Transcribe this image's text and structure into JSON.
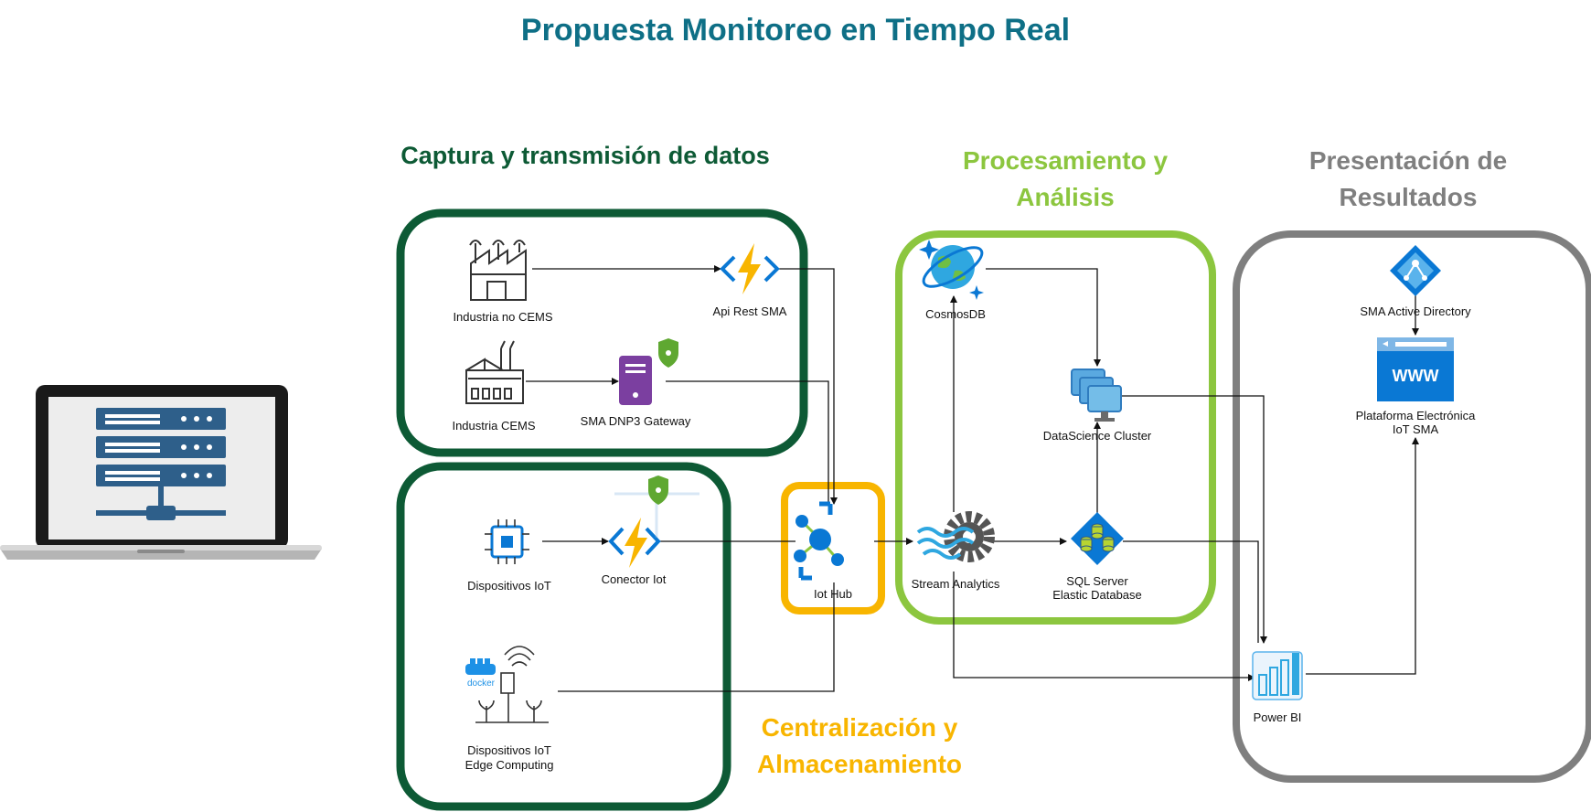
{
  "title": "Propuesta Monitoreo en Tiempo Real",
  "sections": {
    "captura": "Captura y transmisión de datos",
    "procesamiento": "Procesamiento y Análisis",
    "presentacion": "Presentación de Resultados",
    "centralizacion": "Centralización y Almacenamiento"
  },
  "nodes": {
    "industria_no_cems": "Industria no CEMS",
    "api_rest": "Api Rest SMA",
    "industria_cems": "Industria CEMS",
    "dnp3_gateway": "SMA DNP3 Gateway",
    "dispositivos_iot": "Dispositivos IoT",
    "conector_iot": "Conector Iot",
    "edge_line1": "Dispositivos IoT",
    "edge_line2": "Edge Computing",
    "iot_hub": "Iot Hub",
    "cosmosdb": "CosmosDB",
    "datascience": "DataScience Cluster",
    "stream_analytics": "Stream Analytics",
    "sql_line1": "SQL Server",
    "sql_line2": "Elastic Database",
    "active_directory": "SMA Active Directory",
    "plataforma_line1": "Plataforma Electrónica",
    "plataforma_line2": "IoT SMA",
    "power_bi": "Power BI",
    "docker": "docker",
    "www": "WWW"
  },
  "colors": {
    "title": "#0e6f86",
    "captura": "#0d5a35",
    "procesamiento": "#8cc63f",
    "presentacion": "#7f7f7f",
    "centralizacion": "#f8b500",
    "azure_blue": "#0a78d4"
  }
}
